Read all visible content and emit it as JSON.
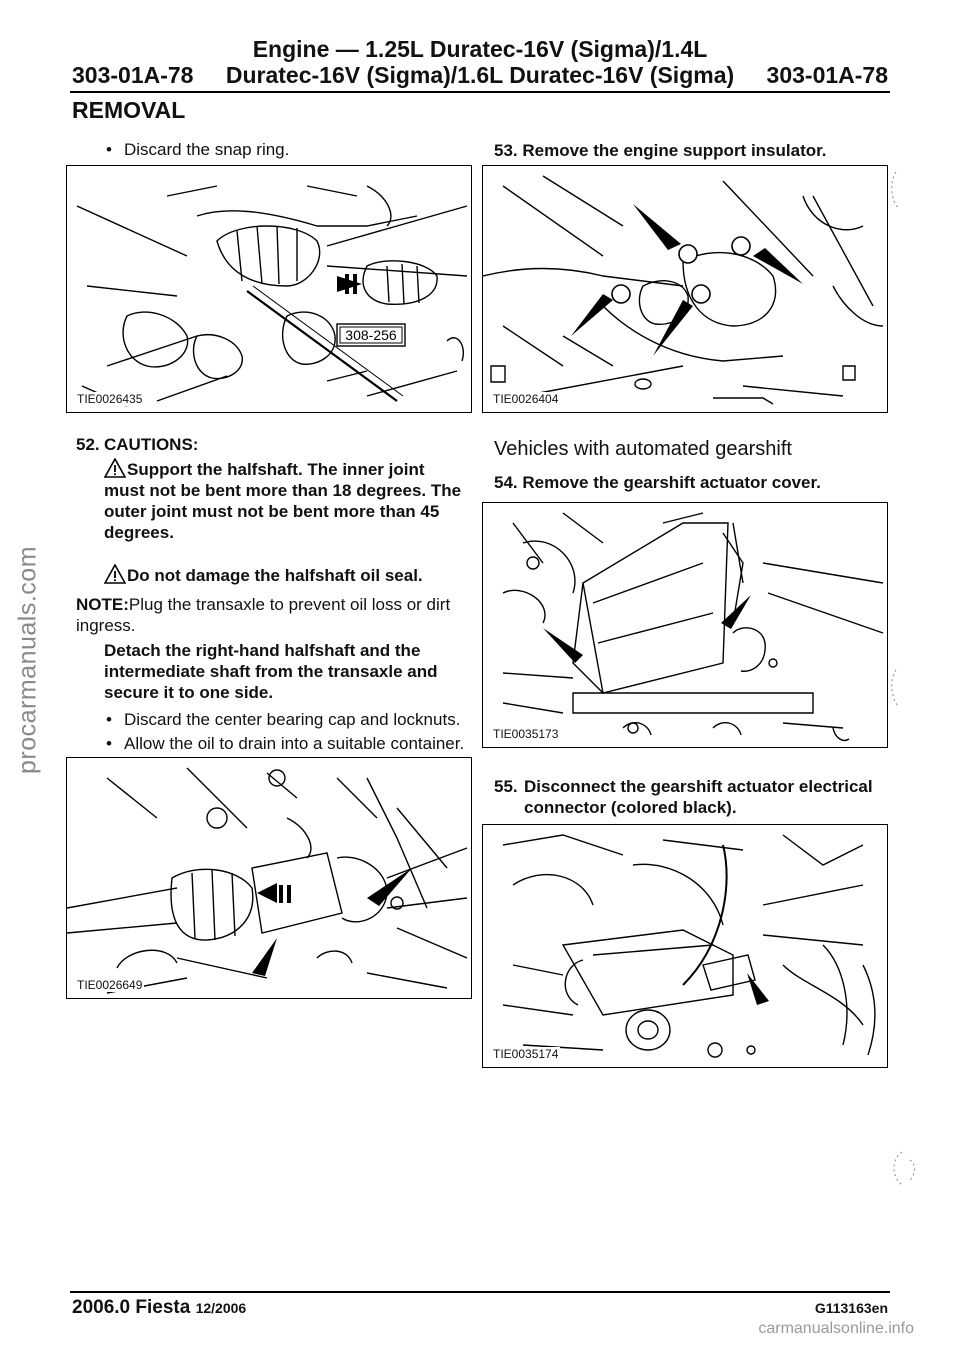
{
  "watermark_side": "procarmanuals.com",
  "header": {
    "title_line1": "Engine — 1.25L Duratec-16V (Sigma)/1.4L",
    "title_line2": "Duratec-16V (Sigma)/1.6L Duratec-16V (Sigma)",
    "page_code_left": "303-01A-78",
    "page_code_right": "303-01A-78"
  },
  "section_title": "REMOVAL",
  "left": {
    "bullet_snap": "Discard the snap ring.",
    "fig1_caption": "TIE0026435",
    "fig1_tool_label": "308-256",
    "step52_number": "52.",
    "step52_title": "CAUTIONS:",
    "caution1": "Support the halfshaft. The inner joint must not be bent more than 18 degrees. The outer joint must not be bent more than 45 degrees.",
    "caution2": "Do not damage the halfshaft oil seal.",
    "note_label": "NOTE:",
    "note_text": "Plug the transaxle to prevent oil loss or dirt ingress.",
    "step52_action": "Detach the right-hand halfshaft and the intermediate shaft from the transaxle and secure it to one side.",
    "bullet_bearing": "Discard the center bearing cap and locknuts.",
    "bullet_oil": "Allow the oil to drain into a suitable container.",
    "fig2_caption": "TIE0026649"
  },
  "right": {
    "step53": "53. Remove the engine support insulator.",
    "fig3_caption": "TIE0026404",
    "subheading": "Vehicles with automated gearshift",
    "step54": "54. Remove the gearshift actuator cover.",
    "fig4_caption": "TIE0035173",
    "step55_number": "55.",
    "step55_text": "Disconnect the gearshift actuator electrical connector (colored black).",
    "fig5_caption": "TIE0035174"
  },
  "footer": {
    "model": "2006.0 Fiesta",
    "date": "12/2006",
    "doc_code": "G113163en",
    "site": "carmanualsonline.info"
  }
}
